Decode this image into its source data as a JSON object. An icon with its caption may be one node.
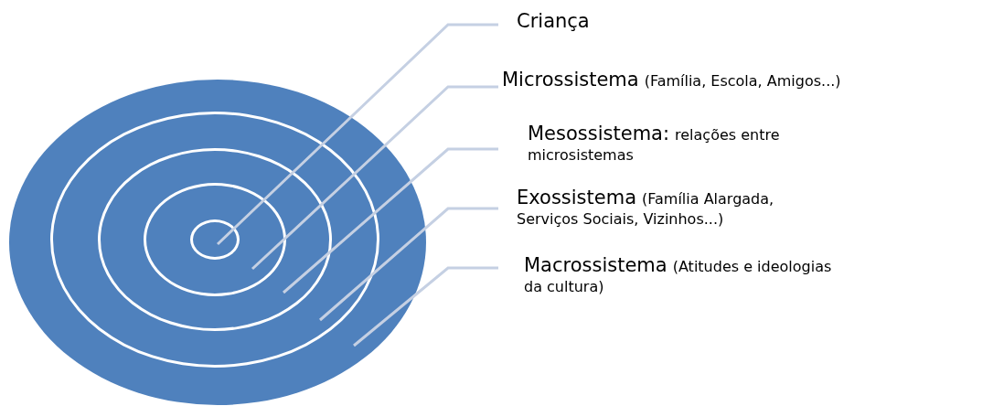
{
  "diagram": {
    "nodes": [
      {
        "text": [],
        "shape": "circle"
      },
      {
        "text": [],
        "shape": "circle",
        "in": 0
      },
      {
        "text": [],
        "shape": "circle",
        "in": 1
      },
      {
        "text": [],
        "shape": "circle",
        "in": 2
      },
      {
        "text": [],
        "shape": "circle",
        "in": 3
      },
      {
        "text": [
          "Criança"
        ]
      },
      {
        "text": [
          "Microssistema",
          "(Família, Escola, Amigos...)"
        ]
      },
      {
        "text": [
          "Mesossistema:",
          "relações entre microsistemas"
        ]
      },
      {
        "text": [
          "Exossistema",
          "(Família Alargada, Serviços Sociais, Vizinhos...)"
        ]
      },
      {
        "text": [
          "Macrossistema",
          "(Atitudes e ideologias da cultura)"
        ]
      }
    ],
    "edges": [
      {
        "from": 5,
        "to": 4,
        "arrow": "none"
      },
      {
        "from": 6,
        "to": 3,
        "arrow": "none"
      },
      {
        "from": 7,
        "to": 2,
        "arrow": "none"
      },
      {
        "from": 8,
        "to": 1,
        "arrow": "none"
      },
      {
        "from": 9,
        "to": 0,
        "arrow": "none"
      }
    ]
  }
}
